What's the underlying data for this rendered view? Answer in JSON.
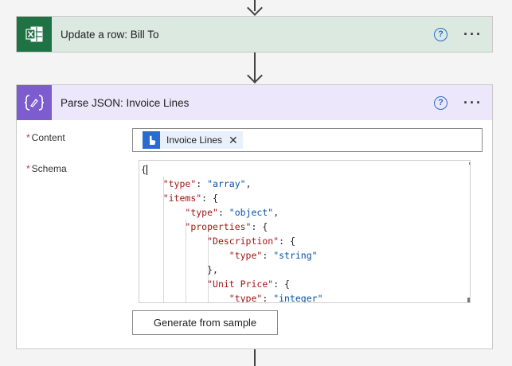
{
  "steps": [
    {
      "title": "Update a row: Bill To",
      "icon": "excel-icon",
      "header_color": "#dce9e1",
      "icon_color": "#1f7244"
    },
    {
      "title": "Parse JSON: Invoice Lines",
      "icon": "json-parse-icon",
      "header_color": "#ece7fb",
      "icon_color": "#7c5ccf"
    }
  ],
  "help_glyph": "?",
  "more_glyph": "···",
  "parse_json": {
    "content_label": "Content",
    "schema_label": "Schema",
    "required_marker": "*",
    "content_token": "Invoice Lines",
    "token_close": "✕",
    "generate_button": "Generate from sample"
  }
}
